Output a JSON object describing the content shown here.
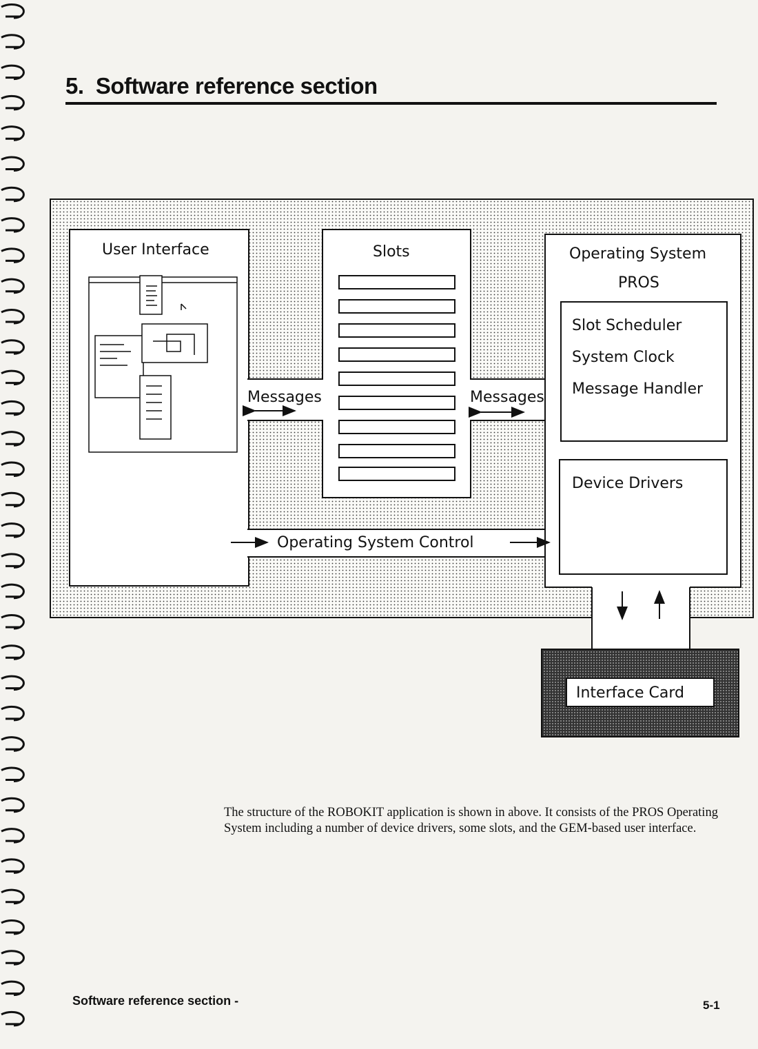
{
  "heading": {
    "number": "5.",
    "title": "Software reference section"
  },
  "diagram": {
    "user_interface": "User Interface",
    "slots": "Slots",
    "messages_left": "Messages",
    "messages_right": "Messages",
    "operating_system": "Operating System",
    "pros": "PROS",
    "slot_scheduler": "Slot Scheduler",
    "system_clock": "System Clock",
    "message_handler": "Message Handler",
    "device_drivers": "Device Drivers",
    "os_control": "Operating System Control",
    "interface_card": "Interface Card"
  },
  "caption": "The structure of the ROBOKIT application is shown in above. It consists of the PROS Operating System including a number of device drivers, some slots, and the GEM-based user interface.",
  "footer": {
    "left": "Software reference section  -",
    "right": "5-1"
  }
}
